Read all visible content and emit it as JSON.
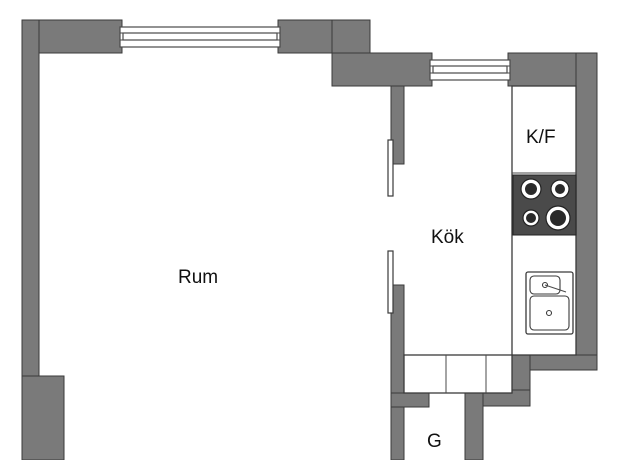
{
  "rooms": {
    "rum": "Rum",
    "kok": "Kök",
    "kf": "K/F",
    "g": "G"
  },
  "colors": {
    "wall_fill": "#7a7a7a",
    "wall_edge": "#3a3a3a",
    "background": "#ffffff",
    "stove": "#4a4a4a"
  }
}
